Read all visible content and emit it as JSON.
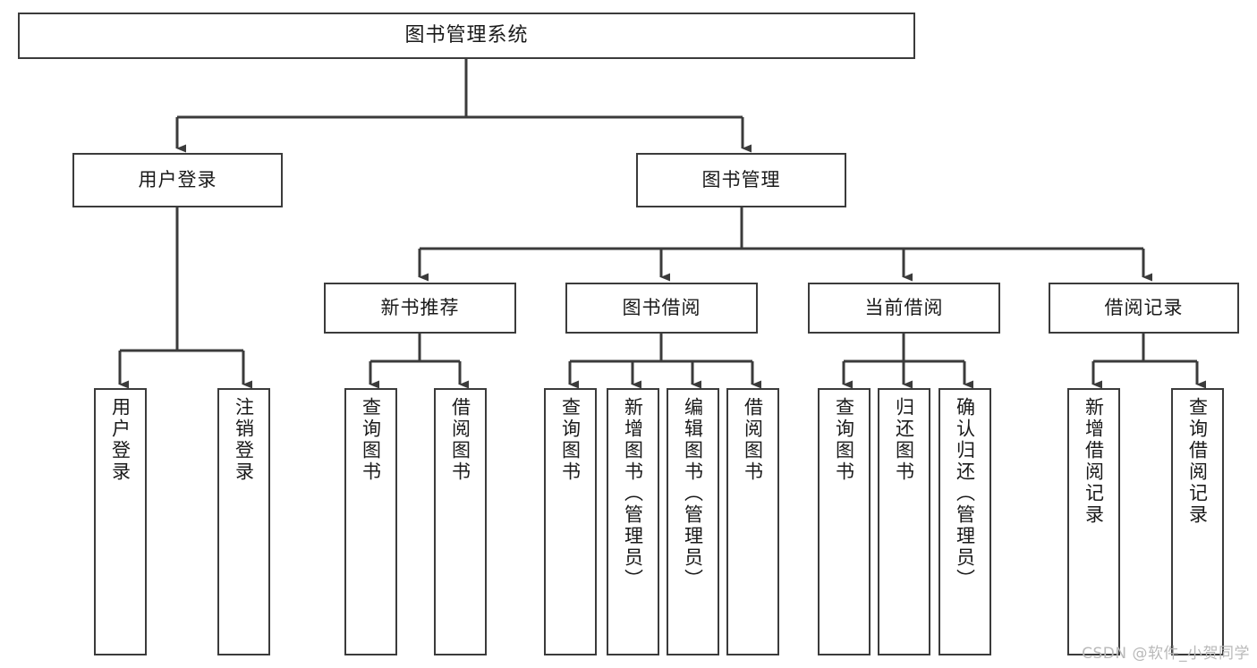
{
  "diagram": {
    "title": "图书管理系统",
    "type": "functional-structure-tree",
    "root": {
      "label": "图书管理系统"
    },
    "level2": [
      {
        "label": "用户登录"
      },
      {
        "label": "图书管理"
      }
    ],
    "level3": [
      {
        "label": "新书推荐"
      },
      {
        "label": "图书借阅"
      },
      {
        "label": "当前借阅"
      },
      {
        "label": "借阅记录"
      }
    ],
    "leaves": {
      "user_login": [
        {
          "label": "用户登录"
        },
        {
          "label": "注销登录"
        }
      ],
      "new_book_recommend": [
        {
          "label": "查询图书"
        },
        {
          "label": "借阅图书"
        }
      ],
      "book_borrow": [
        {
          "label": "查询图书"
        },
        {
          "label": "新增图书（管理员）"
        },
        {
          "label": "编辑图书（管理员）"
        },
        {
          "label": "借阅图书"
        }
      ],
      "current_borrow": [
        {
          "label": "查询图书"
        },
        {
          "label": "归还图书"
        },
        {
          "label": "确认归还（管理员）"
        }
      ],
      "borrow_record": [
        {
          "label": "新增借阅记录"
        },
        {
          "label": "查询借阅记录"
        }
      ]
    }
  },
  "watermark": {
    "text": "CSDN @软件_小贺同学"
  },
  "colors": {
    "border": "#3b3b3b",
    "background": "#ffffff",
    "text": "#1a1a1a",
    "watermark": "#b9b9b9"
  }
}
